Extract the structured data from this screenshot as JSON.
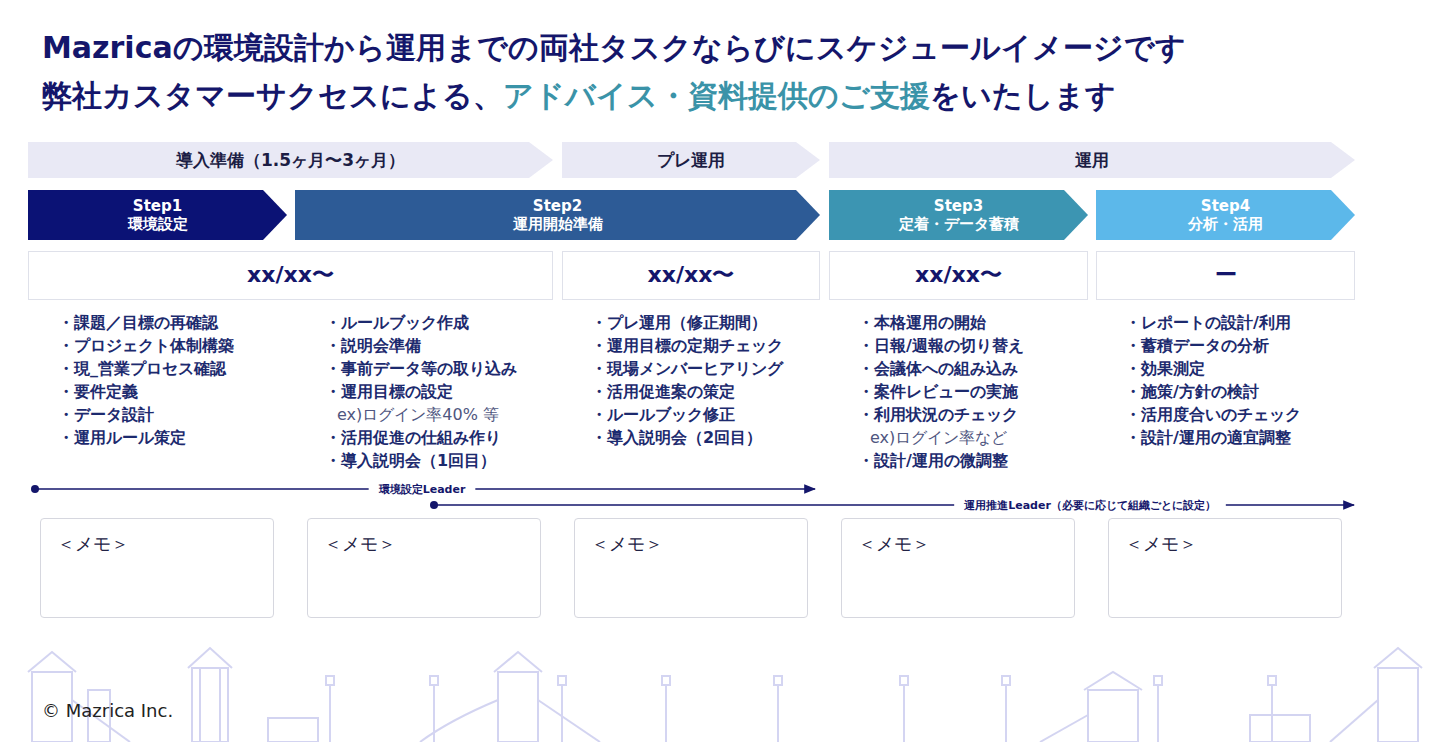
{
  "diagram": {
    "title": "Mazricaの環境設計から運用までの両社タスクならびにスケジュールイメージです",
    "nodes": [
      {
        "text": [
          "導入準備（1.5ヶ月〜3ヶ月）"
        ]
      },
      {
        "text": [
          "プレ運用"
        ]
      },
      {
        "text": [
          "運用"
        ]
      },
      {
        "text": [
          "Step1",
          "環境設定"
        ]
      },
      {
        "text": [
          "Step2",
          "運用開始準備"
        ]
      },
      {
        "text": [
          "Step3",
          "定着・データ蓄積"
        ]
      },
      {
        "text": [
          "Step4",
          "分析・活用"
        ]
      },
      {
        "text": [
          "xx/xx〜"
        ]
      },
      {
        "text": [
          "xx/xx〜"
        ]
      },
      {
        "text": [
          "xx/xx〜"
        ]
      },
      {
        "text": [
          "ー"
        ]
      },
      {
        "text": [
          "＜メモ＞"
        ]
      },
      {
        "text": [
          "＜メモ＞"
        ]
      },
      {
        "text": [
          "＜メモ＞"
        ]
      },
      {
        "text": [
          "＜メモ＞"
        ]
      },
      {
        "text": [
          "＜メモ＞"
        ]
      }
    ],
    "labels": [
      "弊社カスタマーサクセスによる、",
      "アドバイス・資料提供のご支援",
      "をいたします",
      "・課題／目標の再確認",
      "・プロジェクト体制構築",
      "・現_営業プロセス確認",
      "・要件定義",
      "・データ設計",
      "・運用ルール策定",
      "・ルールブック作成",
      "・説明会準備",
      "・事前データ等の取り込み",
      "・運用目標の設定",
      "ex)ログイン率40% 等",
      "・活用促進の仕組み作り",
      "・導入説明会（1回目）",
      "・プレ運用（修正期間）",
      "・運用目標の定期チェック",
      "・現場メンバーヒアリング",
      "・活用促進案の策定",
      "・ルールブック修正",
      "・導入説明会（2回目）",
      "・本格運用の開始",
      "・日報/週報の切り替え",
      "・会議体への組み込み",
      "・案件レビューの実施",
      "・利用状況のチェック",
      "ex)ログイン率など",
      "・設計/運用の微調整",
      "・レポートの設計/利用",
      "・蓄積データの分析",
      "・効果測定",
      "・施策/方針の検討",
      "・活用度合いのチェック",
      "・設計/運用の適宜調整",
      "環境設定Leader",
      "運用推進Leader（必要に応じて組織ごとに設定）",
      "© Mazrica Inc."
    ]
  }
}
